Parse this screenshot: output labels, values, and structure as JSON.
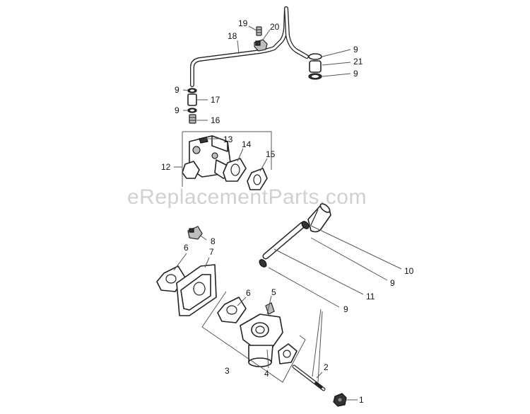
{
  "watermark": "eReplacementParts.com",
  "callouts": [
    {
      "id": "c1",
      "label": "1"
    },
    {
      "id": "c2",
      "label": "2"
    },
    {
      "id": "c3",
      "label": "3"
    },
    {
      "id": "c4",
      "label": "4"
    },
    {
      "id": "c5",
      "label": "5"
    },
    {
      "id": "c6a",
      "label": "6"
    },
    {
      "id": "c6b",
      "label": "6"
    },
    {
      "id": "c7",
      "label": "7"
    },
    {
      "id": "c8",
      "label": "8"
    },
    {
      "id": "c9a",
      "label": "9"
    },
    {
      "id": "c9b",
      "label": "9"
    },
    {
      "id": "c9c",
      "label": "9"
    },
    {
      "id": "c9d",
      "label": "9"
    },
    {
      "id": "c9e",
      "label": "9"
    },
    {
      "id": "c9f",
      "label": "9"
    },
    {
      "id": "c10",
      "label": "10"
    },
    {
      "id": "c11",
      "label": "11"
    },
    {
      "id": "c12",
      "label": "12"
    },
    {
      "id": "c13",
      "label": "13"
    },
    {
      "id": "c14",
      "label": "14"
    },
    {
      "id": "c15",
      "label": "15"
    },
    {
      "id": "c16",
      "label": "16"
    },
    {
      "id": "c17",
      "label": "17"
    },
    {
      "id": "c18",
      "label": "18"
    },
    {
      "id": "c19",
      "label": "19"
    },
    {
      "id": "c20",
      "label": "20"
    },
    {
      "id": "c21",
      "label": "21"
    }
  ]
}
